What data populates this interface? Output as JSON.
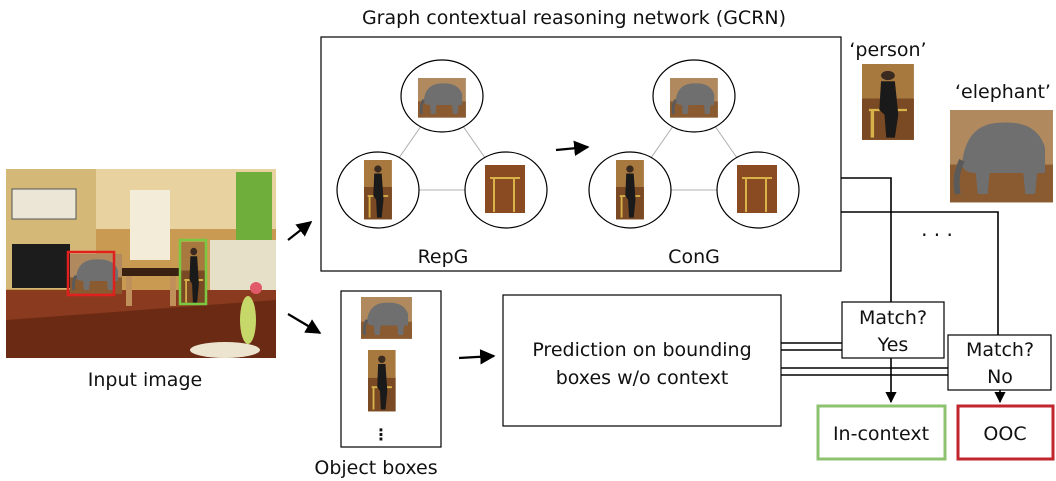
{
  "title": "Graph contextual reasoning network (GCRN)",
  "input_label": "Input image",
  "object_boxes_label": "Object boxes",
  "object_boxes_ellipsis": "⋮",
  "repg_label": "RepG",
  "cong_label": "ConG",
  "prediction_text": [
    "Prediction on bounding",
    "boxes w/o context"
  ],
  "person_label": "‘person’",
  "elephant_label": "‘elephant’",
  "dots": ". . .",
  "match_yes": [
    "Match?",
    "Yes"
  ],
  "match_no": [
    "Match?",
    "No"
  ],
  "in_context": "In-context",
  "ooc": "OOC",
  "colors": {
    "in_context_border": "#8dc26f",
    "ooc_border": "#c0262c",
    "red_box": "#e0201e",
    "green_box": "#7ac943",
    "line": "#000000",
    "graph_edge": "#b0b0b0"
  }
}
